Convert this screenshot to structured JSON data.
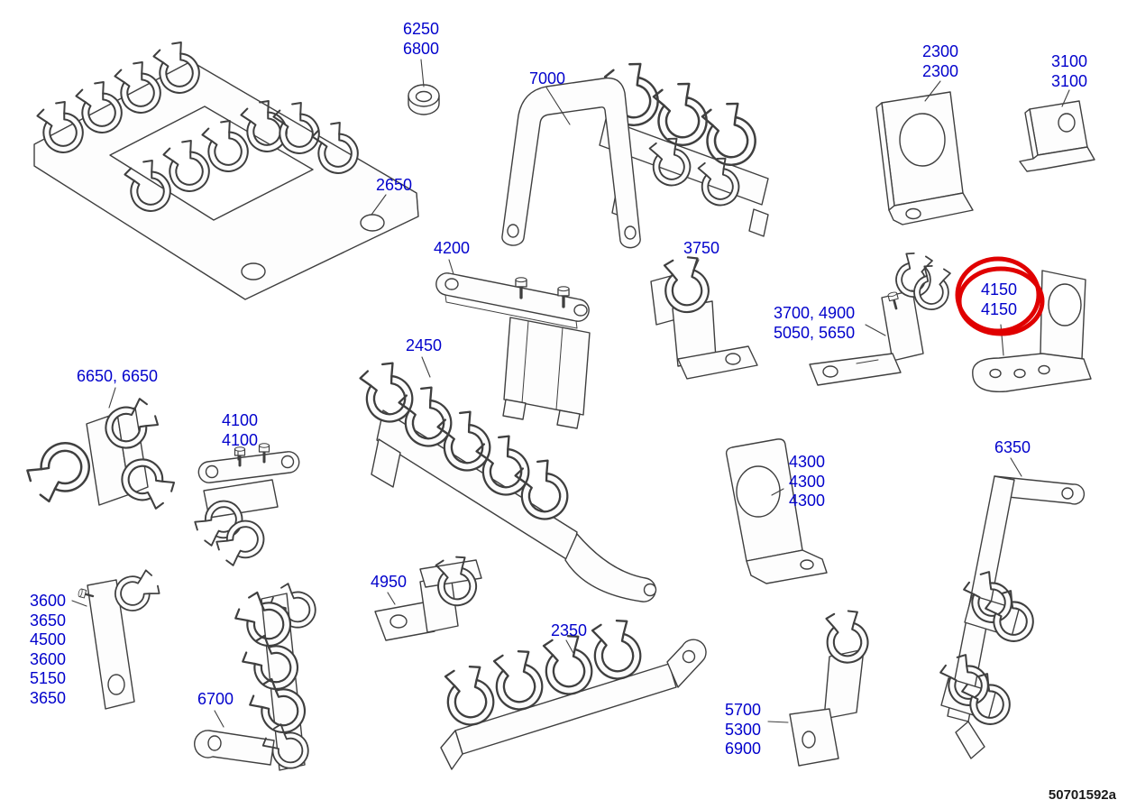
{
  "colors": {
    "label": "#0202cc",
    "line": "#3f3f3f",
    "highlight": "#e00000",
    "background": "#ffffff"
  },
  "doc_code": "50701592a",
  "highlight": {
    "part": "4150",
    "shape": "circle",
    "color": "#e00000"
  },
  "labels": [
    {
      "part": "6250-6800",
      "lines": [
        "6250",
        "6800"
      ]
    },
    {
      "part": "7000",
      "lines": [
        "7000"
      ]
    },
    {
      "part": "2300",
      "lines": [
        "2300",
        "2300"
      ]
    },
    {
      "part": "3100",
      "lines": [
        "3100",
        "3100"
      ]
    },
    {
      "part": "2650",
      "lines": [
        "2650"
      ]
    },
    {
      "part": "4200",
      "lines": [
        "4200"
      ]
    },
    {
      "part": "3750",
      "lines": [
        "3750"
      ]
    },
    {
      "part": "3700-4900-5050-5650",
      "lines": [
        "3700, 4900",
        "5050, 5650"
      ]
    },
    {
      "part": "4150",
      "lines": [
        "4150",
        "4150"
      ],
      "highlighted": true
    },
    {
      "part": "2450",
      "lines": [
        "2450"
      ]
    },
    {
      "part": "6650",
      "lines": [
        "6650, 6650"
      ]
    },
    {
      "part": "4100",
      "lines": [
        "4100",
        "4100"
      ]
    },
    {
      "part": "4300",
      "lines": [
        "4300",
        "4300",
        "4300"
      ]
    },
    {
      "part": "6350",
      "lines": [
        "6350"
      ]
    },
    {
      "part": "3600-3650-4500-3600-5150-3650",
      "lines": [
        "3600",
        "3650",
        "4500",
        "3600",
        "5150",
        "3650"
      ]
    },
    {
      "part": "4950",
      "lines": [
        "4950"
      ]
    },
    {
      "part": "6700",
      "lines": [
        "6700"
      ]
    },
    {
      "part": "2350",
      "lines": [
        "2350"
      ]
    },
    {
      "part": "5700-5300-6900",
      "lines": [
        "5700",
        "5300",
        "6900"
      ]
    }
  ]
}
